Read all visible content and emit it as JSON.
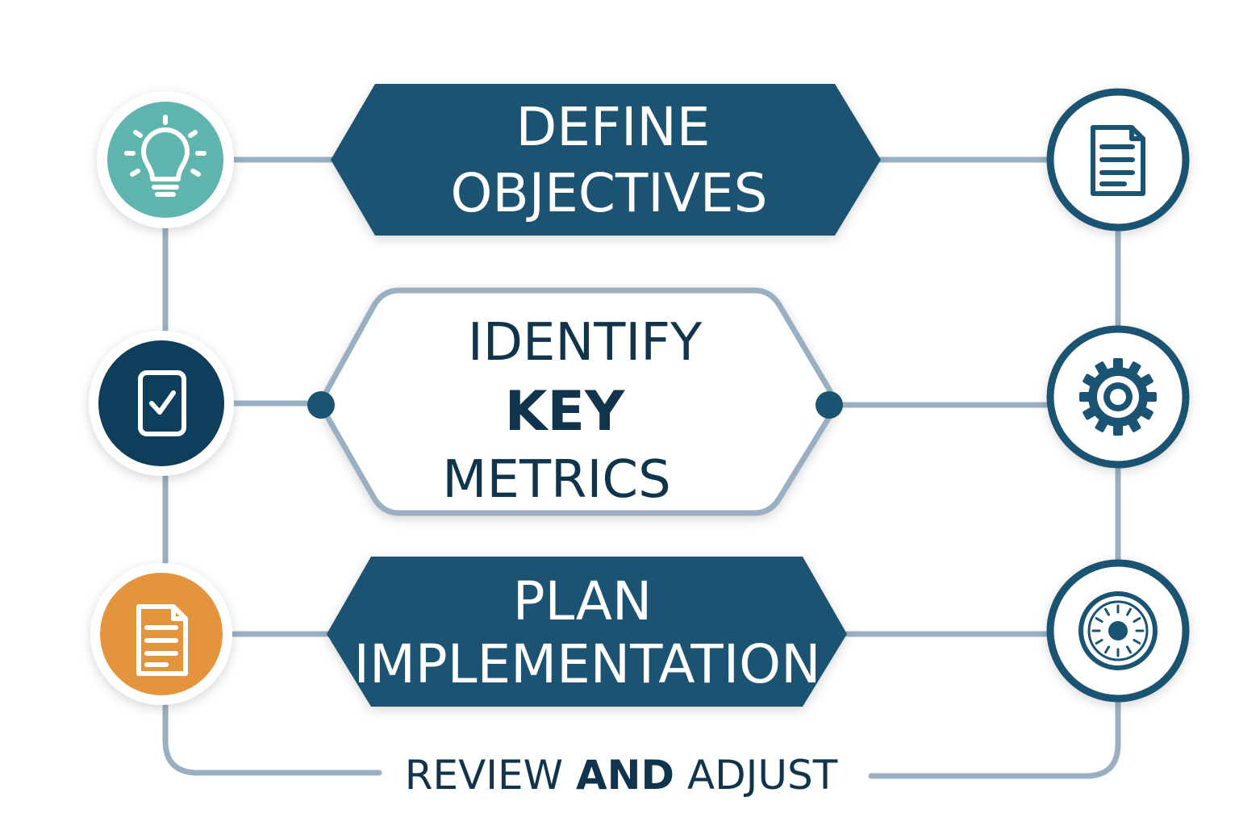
{
  "colors": {
    "navy": "#1b5373",
    "dark_navy": "#0f3d5c",
    "teal": "#5fb5ad",
    "orange": "#e4943c",
    "connector": "#9ab0c2",
    "text_dark": "#11344d"
  },
  "steps": {
    "define": {
      "line1": "DEFINE",
      "line2": "OBJECTIVES"
    },
    "identify": {
      "line1": "IDENTIFY",
      "line2": "KEY",
      "line3": "METRICS"
    },
    "plan": {
      "line1": "PLAN",
      "line2": "IMPLEMENTATION"
    },
    "review": {
      "part1": "REVIEW ",
      "part2": "AND",
      "part3": " ADJUST"
    }
  },
  "icons": {
    "left_top": "lightbulb-icon",
    "left_middle": "checklist-icon",
    "left_bottom": "document-icon",
    "right_top": "document-icon",
    "right_middle": "gear-icon",
    "right_bottom": "dial-icon"
  }
}
